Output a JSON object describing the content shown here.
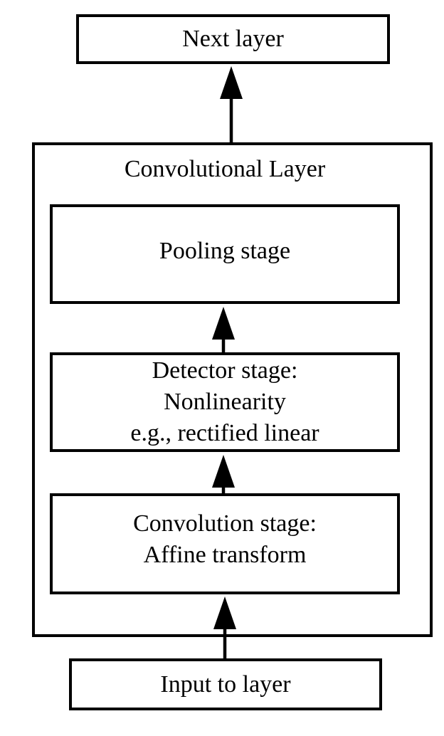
{
  "diagram": {
    "next_layer_label": "Next layer",
    "container_title": "Convolutional Layer",
    "pooling": {
      "line1": "Pooling stage"
    },
    "detector": {
      "line1": "Detector stage:",
      "line2": "Nonlinearity",
      "line3": "e.g., rectified linear"
    },
    "convolution": {
      "line1": "Convolution stage:",
      "line2": "Affine transform"
    },
    "input_label": "Input to layer",
    "colors": {
      "line": "#000000",
      "background": "#ffffff"
    }
  }
}
